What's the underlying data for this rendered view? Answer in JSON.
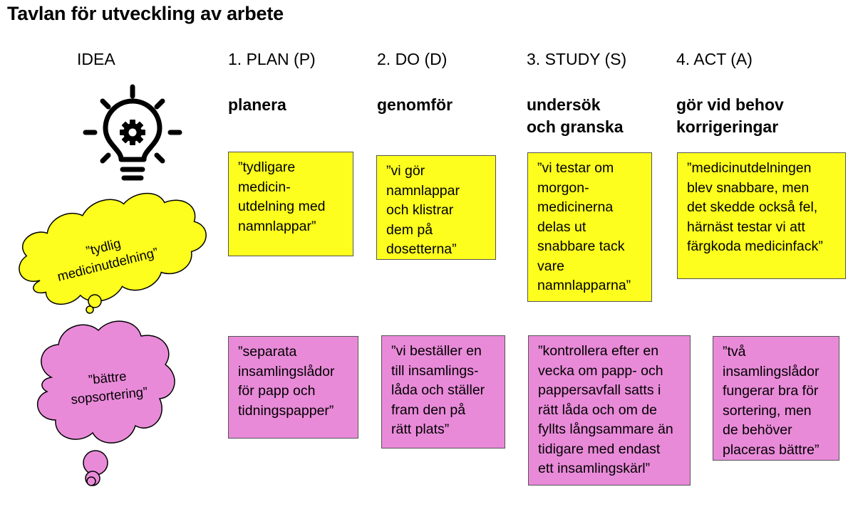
{
  "title": "Tavlan för utveckling av arbete",
  "columns": [
    {
      "header": "IDEA",
      "subtitle": ""
    },
    {
      "header": "1. PLAN (P)",
      "subtitle": "planera"
    },
    {
      "header": "2. DO (D)",
      "subtitle": "genomför"
    },
    {
      "header": "3. STUDY (S)",
      "subtitle": "undersök\noch granska"
    },
    {
      "header": "4. ACT (A)",
      "subtitle": "gör vid behov\nkorrigeringar"
    }
  ],
  "ideas": [
    {
      "text": "”tydlig\nmedicinutdelning”",
      "color": "#fdfd1e",
      "notes": [
        "”tydligare\nmedicin-\nutdelning med\nnamnlappar”",
        "”vi gör\nnamnlappar\noch klistrar\ndem på\ndosetterna”",
        "”vi testar om\nmorgon-\nmedicinerna\ndelas ut\nsnabbare tack\nvare\nnamnlapparna”",
        "”medicinutdelningen\nblev snabbare, men\ndet skedde också fel,\nhärnäst testar vi att\nfärgkoda medicinfack”"
      ]
    },
    {
      "text": "”bättre\nsopsortering”",
      "color": "#e98ad9",
      "notes": [
        "”separata\ninsamlingslådor\nför papp och\ntidningspapper”",
        "”vi beställer en\ntill insamlings-\nlåda och ställer\nfram den på\nrätt plats”",
        "”kontrollera efter en\nvecka om papp- och\npappersavfall satts i\nrätt låda och om de\nfyllts långsammare än\ntidigare med endast\nett insamlingskärl”",
        "”två\ninsamlingslådor\nfungerar bra för\nsortering, men\nde behöver\nplaceras bättre”"
      ]
    }
  ],
  "icons": {
    "idea": "lightbulb-gear-icon"
  },
  "colors": {
    "yellow": "#fdfd1e",
    "pink": "#e98ad9",
    "border": "#555555"
  }
}
